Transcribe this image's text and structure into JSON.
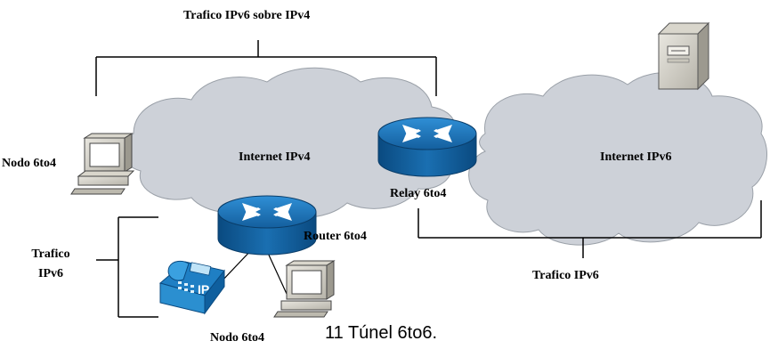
{
  "labels": {
    "top_traffic": "Trafico IPv6 sobre IPv4",
    "node_left": "Nodo 6to4",
    "internet_ipv4": "Internet IPv4",
    "internet_ipv6": "Internet IPv6",
    "relay": "Relay  6to4",
    "router": "Router  6to4",
    "traffic_left_line1": "Trafico",
    "traffic_left_line2": "IPv6",
    "traffic_bottom": "Trafico IPv6",
    "node_bottom": "Nodo 6to4",
    "phone_badge": "IP"
  },
  "caption": "11 Túnel 6to6.",
  "colors": {
    "cloud_fill": "#cdd1d8",
    "router_blue": "#1c73b5",
    "router_dark": "#0b4f86",
    "phone_blue": "#2b8fd0",
    "line": "#000000"
  }
}
